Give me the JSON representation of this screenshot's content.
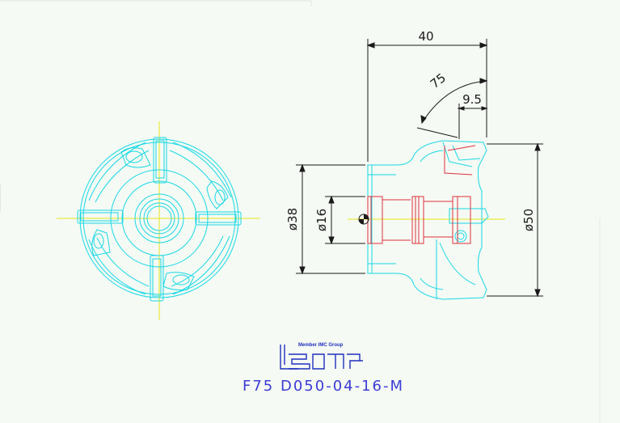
{
  "dimensions": {
    "length_40": "40",
    "angle_75": "75",
    "depth_9_5": "9.5",
    "diameter_38": "ø38",
    "diameter_16": "ø16",
    "diameter_50": "ø50"
  },
  "logo": {
    "tagline": "Member IMC Group",
    "brand_name": "ISCAR"
  },
  "part_number": "F75 D050-04-16-M",
  "colors": {
    "background": "#f5faf4",
    "outline_cyan": "#18d8e6",
    "section_red": "#e0303a",
    "centerline_yellow": "#e6e617",
    "dimension_black": "#1a1a1a",
    "brand_blue": "#3b3bd6"
  }
}
